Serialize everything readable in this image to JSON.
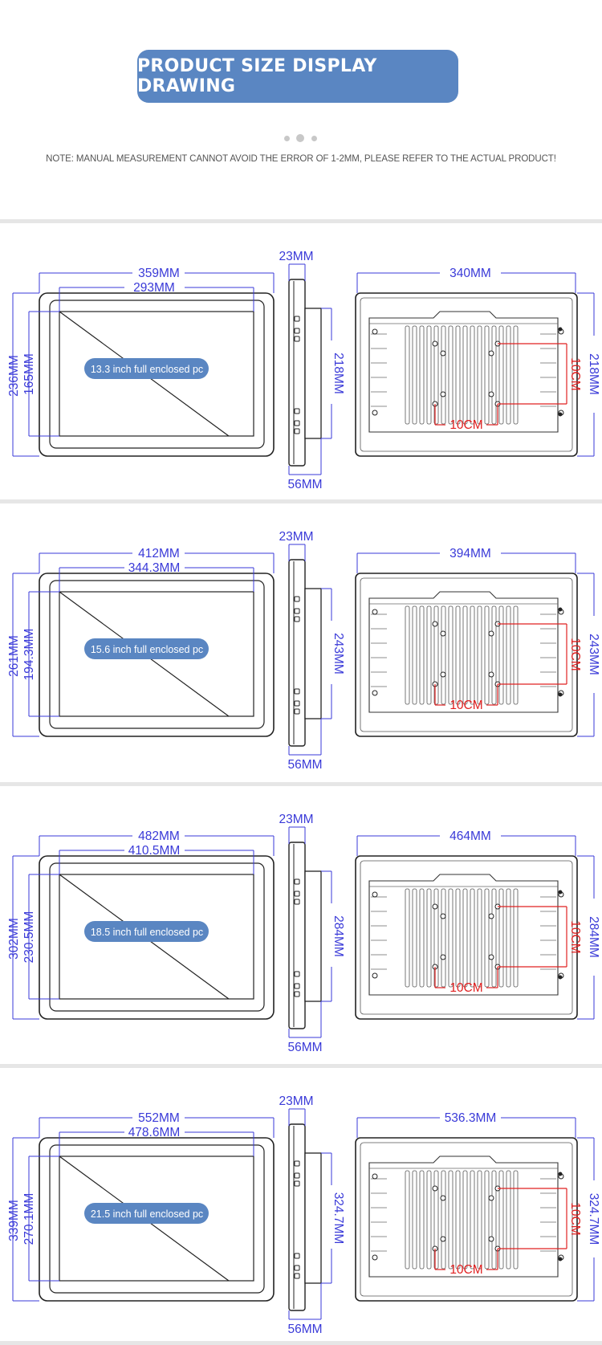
{
  "header": {
    "title": "PRODUCT SIZE DISPLAY DRAWING"
  },
  "note": "NOTE: MANUAL MEASUREMENT CANNOT AVOID THE ERROR OF 1-2MM, PLEASE REFER TO THE ACTUAL PRODUCT!",
  "colors": {
    "header_bg": "#5a86c2",
    "dimension": "#3a3ad8",
    "vesa": "#e02020",
    "pill": "#5a86c2"
  },
  "sections": [
    {
      "model": "13.3 inch full enclosed pc",
      "outer_width": "359MM",
      "screen_width": "293MM",
      "outer_height": "236MM",
      "screen_height": "165MM",
      "depth_front": "23MM",
      "depth_back": "56MM",
      "side_height": "218MM",
      "back_width": "340MM",
      "back_height": "218MM",
      "vesa_h": "10CM",
      "vesa_v": "10CM"
    },
    {
      "model": "15.6 inch full enclosed pc",
      "outer_width": "412MM",
      "screen_width": "344.3MM",
      "outer_height": "261MM",
      "screen_height": "194.3MM",
      "depth_front": "23MM",
      "depth_back": "56MM",
      "side_height": "243MM",
      "back_width": "394MM",
      "back_height": "243MM",
      "vesa_h": "10CM",
      "vesa_v": "10CM"
    },
    {
      "model": "18.5 inch full enclosed pc",
      "outer_width": "482MM",
      "screen_width": "410.5MM",
      "outer_height": "302MM",
      "screen_height": "230.5MM",
      "depth_front": "23MM",
      "depth_back": "56MM",
      "side_height": "284MM",
      "back_width": "464MM",
      "back_height": "284MM",
      "vesa_h": "10CM",
      "vesa_v": "10CM"
    },
    {
      "model": "21.5 inch full enclosed pc",
      "outer_width": "552MM",
      "screen_width": "478.6MM",
      "outer_height": "339MM",
      "screen_height": "270.1MM",
      "depth_front": "23MM",
      "depth_back": "56MM",
      "side_height": "324.7MM",
      "back_width": "536.3MM",
      "back_height": "324.7MM",
      "vesa_h": "10CM",
      "vesa_v": "10CM"
    }
  ]
}
